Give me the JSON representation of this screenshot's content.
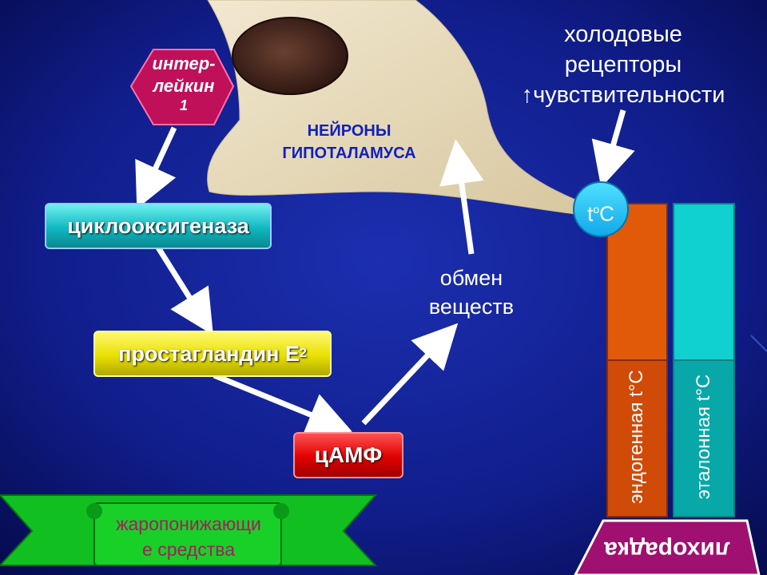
{
  "interleukin": {
    "line1": "интер-",
    "line2": "лейкин",
    "line3": "1"
  },
  "neurons": {
    "line1": "НЕЙРОНЫ",
    "line2": "ГИПОТАЛАМУСА"
  },
  "cold_receptors": {
    "line1": "холодовые",
    "line2": "рецепторы",
    "line3": "↑чувствительности"
  },
  "cyclooxygenase": "циклооксигеназа",
  "prostaglandin": {
    "label": "простагландин Е",
    "sub": "2"
  },
  "metabolism": {
    "line1": "обмен",
    "line2": "веществ"
  },
  "camp": "цАМФ",
  "antipyretics": {
    "line1": "жаропонижающи",
    "line2": "е средства"
  },
  "temp_circle": {
    "base": "t",
    "sup": "o",
    "unit": "C"
  },
  "endogenous": "эндогенная t°C",
  "reference": "эталонная t°C",
  "fever": "лихорадка",
  "colors": {
    "background": "#0a0f6a",
    "endogenous_bar": "#e05a0a",
    "reference_bar": "#10d0d0",
    "fever_box": "#a01070"
  }
}
